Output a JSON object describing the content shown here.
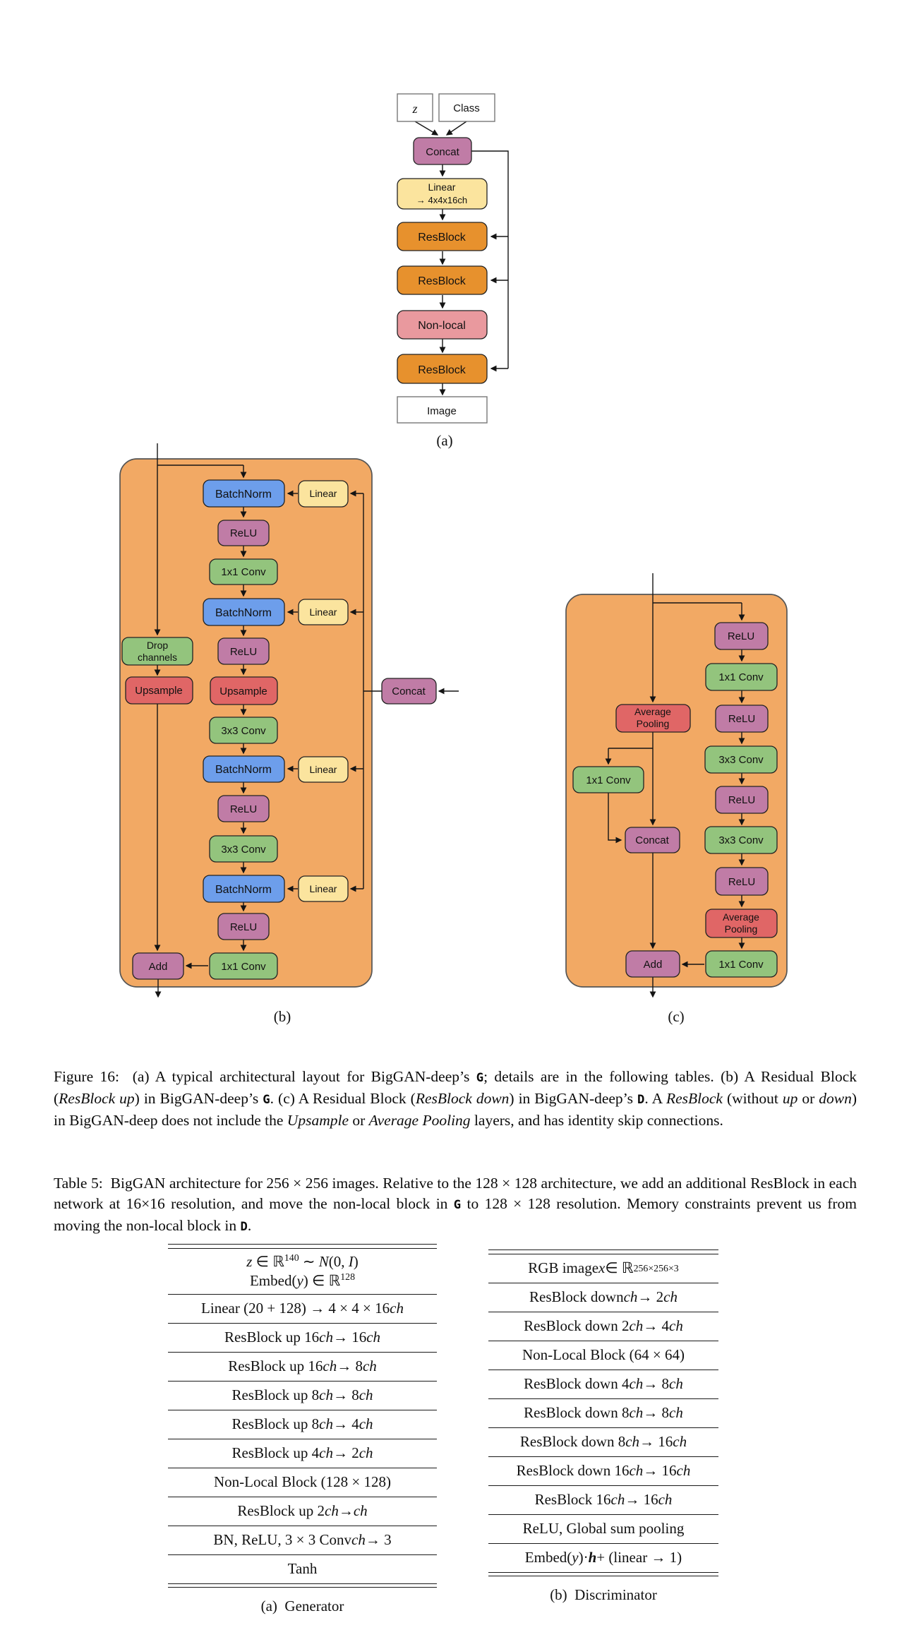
{
  "colors": {
    "container_orange": "#F2A964",
    "resblock_orange": "#E7912D",
    "purple": "#C07CA6",
    "yellow": "#FBE49E",
    "pink": "#E9999E",
    "blue": "#6D9EEB",
    "green": "#93C47D",
    "red": "#E06666",
    "white": "#FFFFFF"
  },
  "diagram_a": {
    "z": "z",
    "class_label": "Class",
    "concat": "Concat",
    "linear_line1": "Linear",
    "linear_line2": "→ 4x4x16ch",
    "resblock": "ResBlock",
    "non_local": "Non-local",
    "image": "Image",
    "label": "(a)"
  },
  "diagram_b": {
    "batchnorm": "BatchNorm",
    "linear": "Linear",
    "relu": "ReLU",
    "conv_1x1": "1x1 Conv",
    "conv_3x3": "3x3 Conv",
    "drop_line1": "Drop",
    "drop_line2": "channels",
    "upsample": "Upsample",
    "add": "Add",
    "concat": "Concat",
    "label": "(b)"
  },
  "diagram_c": {
    "relu": "ReLU",
    "conv_1x1": "1x1 Conv",
    "conv_3x3": "3x3 Conv",
    "avgpool_line1": "Average",
    "avgpool_line2": "Pooling",
    "concat": "Concat",
    "add": "Add",
    "label": "(c)"
  },
  "figure_caption": [
    {
      "t": "Figure 16:  (a) A typical architectural layout for BigGAN-deep’s "
    },
    {
      "t": "G",
      "tt": true
    },
    {
      "t": "; details are in the following tables. (b) A Residual Block ("
    },
    {
      "t": "ResBlock up",
      "i": true
    },
    {
      "t": ") in BigGAN-deep’s "
    },
    {
      "t": "G",
      "tt": true
    },
    {
      "t": ". (c) A Residual Block ("
    },
    {
      "t": "ResBlock down",
      "i": true
    },
    {
      "t": ") in BigGAN-deep’s "
    },
    {
      "t": "D",
      "tt": true
    },
    {
      "t": ". A "
    },
    {
      "t": "ResBlock",
      "i": true
    },
    {
      "t": " (without "
    },
    {
      "t": "up",
      "i": true
    },
    {
      "t": " or "
    },
    {
      "t": "down",
      "i": true
    },
    {
      "t": ") in BigGAN-deep does not include the "
    },
    {
      "t": "Upsample",
      "i": true
    },
    {
      "t": " or "
    },
    {
      "t": "Average Pooling",
      "i": true
    },
    {
      "t": " layers, and has identity skip connections."
    }
  ],
  "table_caption": [
    {
      "t": "Table 5:  BigGAN architecture for 256 × 256 images. Relative to the 128 × 128 architecture, we add an additional ResBlock in each network at 16×16 resolution, and move the non-local block in "
    },
    {
      "t": "G",
      "tt": true
    },
    {
      "t": " to 128 × 128 resolution. Memory constraints prevent us from moving the non-local block in "
    },
    {
      "t": "D",
      "tt": true
    },
    {
      "t": "."
    }
  ],
  "generator": {
    "header_lines": [
      [
        {
          "t": "z",
          "i": true
        },
        {
          "t": " ∈ ℝ"
        },
        {
          "t": "140",
          "sup": true
        },
        {
          "t": " ∼ "
        },
        {
          "t": "N",
          "i": true
        },
        {
          "t": "(0, "
        },
        {
          "t": "I",
          "i": true
        },
        {
          "t": ")"
        }
      ],
      [
        {
          "t": "Embed("
        },
        {
          "t": "y",
          "i": true
        },
        {
          "t": ") ∈ ℝ"
        },
        {
          "t": "128",
          "sup": true
        }
      ]
    ],
    "rows": [
      [
        {
          "t": "Linear (20 + 128) → 4 × 4 × 16"
        },
        {
          "t": "ch",
          "i": true
        }
      ],
      [
        {
          "t": "ResBlock up 16"
        },
        {
          "t": "ch",
          "i": true
        },
        {
          "t": " → 16"
        },
        {
          "t": "ch",
          "i": true
        }
      ],
      [
        {
          "t": "ResBlock up 16"
        },
        {
          "t": "ch",
          "i": true
        },
        {
          "t": " → 8"
        },
        {
          "t": "ch",
          "i": true
        }
      ],
      [
        {
          "t": "ResBlock up 8"
        },
        {
          "t": "ch",
          "i": true
        },
        {
          "t": " → 8"
        },
        {
          "t": "ch",
          "i": true
        }
      ],
      [
        {
          "t": "ResBlock up 8"
        },
        {
          "t": "ch",
          "i": true
        },
        {
          "t": " → 4"
        },
        {
          "t": "ch",
          "i": true
        }
      ],
      [
        {
          "t": "ResBlock up 4"
        },
        {
          "t": "ch",
          "i": true
        },
        {
          "t": " → 2"
        },
        {
          "t": "ch",
          "i": true
        }
      ],
      [
        {
          "t": "Non-Local Block (128 × 128)"
        }
      ],
      [
        {
          "t": "ResBlock up 2"
        },
        {
          "t": "ch",
          "i": true
        },
        {
          "t": " → "
        },
        {
          "t": "ch",
          "i": true
        }
      ],
      [
        {
          "t": "BN, ReLU, 3 × 3 Conv "
        },
        {
          "t": "ch",
          "i": true
        },
        {
          "t": " → 3"
        }
      ],
      [
        {
          "t": "Tanh"
        }
      ]
    ],
    "caption": [
      {
        "t": "(a)  Generator"
      }
    ]
  },
  "discriminator": {
    "rows": [
      [
        {
          "t": "RGB image "
        },
        {
          "t": "x",
          "i": true
        },
        {
          "t": " ∈ ℝ"
        },
        {
          "t": "256×256×3",
          "sup": true
        }
      ],
      [
        {
          "t": "ResBlock down "
        },
        {
          "t": "ch",
          "i": true
        },
        {
          "t": " → 2"
        },
        {
          "t": "ch",
          "i": true
        }
      ],
      [
        {
          "t": "ResBlock down 2"
        },
        {
          "t": "ch",
          "i": true
        },
        {
          "t": " → 4"
        },
        {
          "t": "ch",
          "i": true
        }
      ],
      [
        {
          "t": "Non-Local Block (64 × 64)"
        }
      ],
      [
        {
          "t": "ResBlock down 4"
        },
        {
          "t": "ch",
          "i": true
        },
        {
          "t": " → 8"
        },
        {
          "t": "ch",
          "i": true
        }
      ],
      [
        {
          "t": "ResBlock down 8"
        },
        {
          "t": "ch",
          "i": true
        },
        {
          "t": " → 8"
        },
        {
          "t": "ch",
          "i": true
        }
      ],
      [
        {
          "t": "ResBlock down 8"
        },
        {
          "t": "ch",
          "i": true
        },
        {
          "t": " → 16"
        },
        {
          "t": "ch",
          "i": true
        }
      ],
      [
        {
          "t": "ResBlock down 16"
        },
        {
          "t": "ch",
          "i": true
        },
        {
          "t": " → 16"
        },
        {
          "t": "ch",
          "i": true
        }
      ],
      [
        {
          "t": "ResBlock 16"
        },
        {
          "t": "ch",
          "i": true
        },
        {
          "t": " → 16"
        },
        {
          "t": "ch",
          "i": true
        }
      ],
      [
        {
          "t": "ReLU, Global sum pooling"
        }
      ],
      [
        {
          "t": "Embed("
        },
        {
          "t": "y",
          "i": true
        },
        {
          "t": ")·"
        },
        {
          "t": "h",
          "i": true,
          "b": true
        },
        {
          "t": " + (linear → 1)"
        }
      ]
    ],
    "caption": [
      {
        "t": "(b)  Discriminator"
      }
    ]
  }
}
